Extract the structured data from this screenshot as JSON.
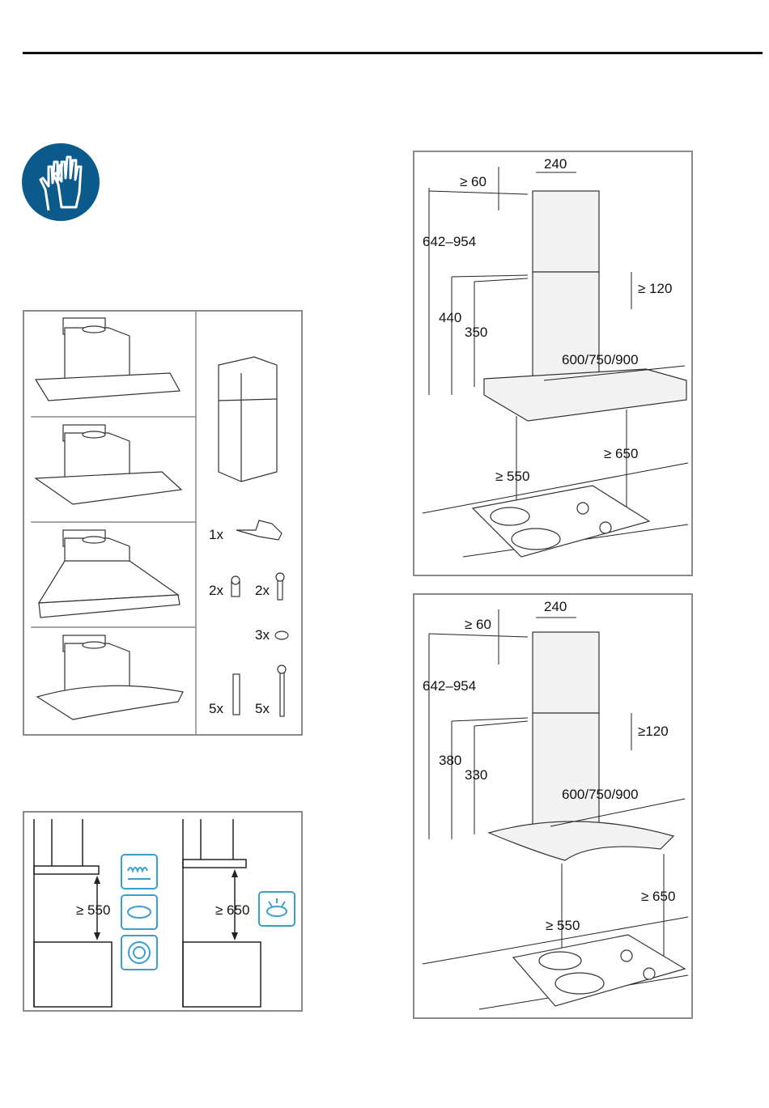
{
  "parts": {
    "bracket": "1x",
    "screw_short": "2x",
    "screw_mid": "2x",
    "washer": "3x",
    "dowel": "5x",
    "screw_long": "5x"
  },
  "clearance": {
    "left": "≥ 550",
    "right": "≥ 650"
  },
  "diagram_a": {
    "min_top": "≥ 60",
    "width": "240",
    "height_range": "642–954",
    "overlap": "≥ 120",
    "h1": "440",
    "h2": "350",
    "hood_width": "600/750/900",
    "clear_electric": "≥ 550",
    "clear_gas": "≥ 650"
  },
  "diagram_b": {
    "min_top": "≥ 60",
    "width": "240",
    "height_range": "642–954",
    "overlap": "≥120",
    "h1": "380",
    "h2": "330",
    "hood_width": "600/750/900",
    "clear_gas": "≥ 650",
    "clear_electric": "≥ 550"
  },
  "colors": {
    "safety_blue": "#0a5a8c",
    "icon_blue": "#3a9fcf",
    "frame_gray": "#8a8a8a"
  }
}
